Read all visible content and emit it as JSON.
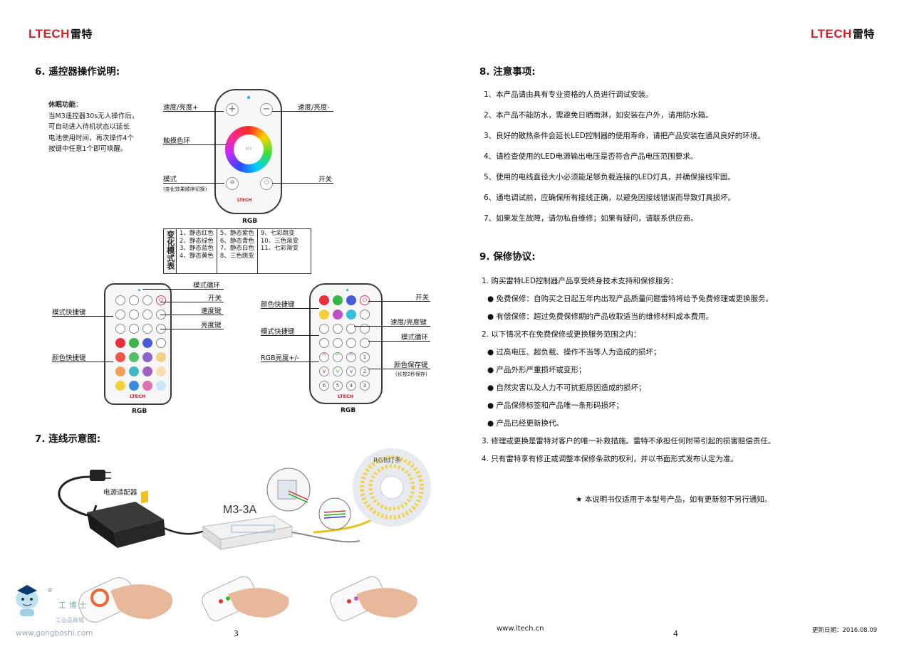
{
  "left": {
    "logo": {
      "brand": "LTECH",
      "cn": "雷特"
    },
    "section6": {
      "title": "6. 遥控器操作说明:",
      "sleep_title": "休眠功能",
      "sleep_colon": "：",
      "sleep_lines": [
        "当M3遥控器30s无人操作后，",
        "可自动进入待机状态以延长",
        "电池使用时间，再次操作4个",
        "按键中任意1个即可唤醒。"
      ],
      "m3_labels": {
        "speed_plus": "速度/亮度+",
        "speed_minus": "速度/亮度-",
        "touch_ring": "触摸色环",
        "mode": "模式",
        "mode_sub": "(变化效果顺序切换)",
        "power": "开关",
        "remote_model": "M3",
        "remote_brand": "LTECH"
      },
      "m3_caption": "RGB",
      "effects": {
        "header": "变化模式表",
        "col1": [
          "1、静态红色",
          "2、静态绿色",
          "3、静态蓝色",
          "4、静态黄色"
        ],
        "col2": [
          "5、静态紫色",
          "6、静态青色",
          "7、静态白色",
          "8、三色跳变"
        ],
        "col3": [
          "9、七彩跳变",
          "10、三色渐变",
          "11、七彩渐变"
        ]
      },
      "r1": {
        "mode_cycle": "模式循环",
        "power": "开关",
        "speed": "速度键",
        "brightness": "亮度键",
        "mode_quick": "模式快捷键",
        "color_quick": "颜色快捷键",
        "brand": "LTECH",
        "caption": "RGB"
      },
      "r2": {
        "power": "开关",
        "color_quick": "颜色快捷键",
        "speed_brightness": "速度/亮度键",
        "mode_quick": "模式快捷键",
        "mode_cycle": "模式循环",
        "rgb_brightness": "RGB亮度+/-",
        "color_save": "颜色保存键",
        "color_save_sub": "(长按2秒保存)",
        "brand": "LTECH",
        "caption": "RGB"
      }
    },
    "section7": {
      "title": "7. 连线示意图:",
      "adapter": "电源适配器",
      "controller": "M3-3A",
      "strip": "RGB灯条"
    },
    "footer": {
      "watermark_cn": "工 博 士",
      "watermark_sub": "工业品商城",
      "url": "www.gongboshi.com",
      "page": "3"
    }
  },
  "right": {
    "logo": {
      "brand": "LTECH",
      "cn": "雷特"
    },
    "section8": {
      "title": "8.  注意事项:",
      "items": [
        "1、本产品请由具有专业资格的人员进行调试安装。",
        "2、本产品不能防水，需避免日晒雨淋，如安装在户外，请用防水箱。",
        "3、良好的散热条件会延长LED控制器的使用寿命，请把产品安装在通风良好的环境。",
        "4、请检查使用的LED电源输出电压是否符合产品电压范围要求。",
        "5、使用的电线直径大小必须能足够负载连接的LED灯具，并确保接线牢固。",
        "6、通电调试前，应确保所有接线正确，以避免因接线错误而导致灯具损坏。",
        "7、如果发生故障，请勿私自维修；如果有疑问，请联系供应商。"
      ]
    },
    "section9": {
      "title": "9.  保修协议:",
      "items": [
        "1. 购买雷特LED控制器产品享受终身技术支持和保修服务：",
        "● 免费保修：自购买之日起五年内出现产品质量问题雷特将给予免费修理或更换服务。",
        "● 有偿保修：超过免费保修期的产品收取适当的维修材料成本费用。",
        "2. 以下情况不在免费保修或更换服务范围之内：",
        "● 过高电压、超负载、操作不当等人为造成的损坏；",
        "● 产品外形严重损坏或变形；",
        "● 自然灾害以及人力不可抗拒原因造成的损坏；",
        "● 产品保修标签和产品唯一条形码损坏；",
        "● 产品已经更新换代。",
        "3. 修理或更换是雷特对客户的唯一补救措施。雷特不承担任何附带引起的损害赔偿责任。",
        "4. 只有雷特享有修正或调整本保修条款的权利，并以书面形式发布认定为准。"
      ],
      "notice": "★ 本说明书仅适用于本型号产品，如有更新恕不另行通知。"
    },
    "footer": {
      "url": "www.ltech.cn",
      "page": "4",
      "date": "更新日期：2016.08.09"
    }
  }
}
